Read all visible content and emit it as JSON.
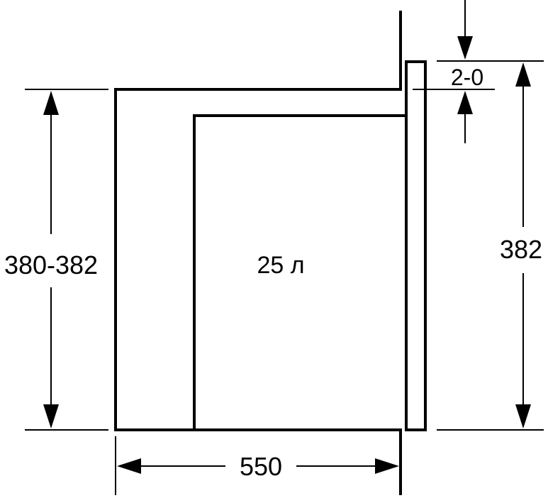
{
  "dimensions": {
    "height_left": "380-382",
    "height_right": "382",
    "depth": "550",
    "gap": "2-0",
    "volume": "25 л"
  },
  "colors": {
    "line": "#000000",
    "background": "#ffffff"
  }
}
